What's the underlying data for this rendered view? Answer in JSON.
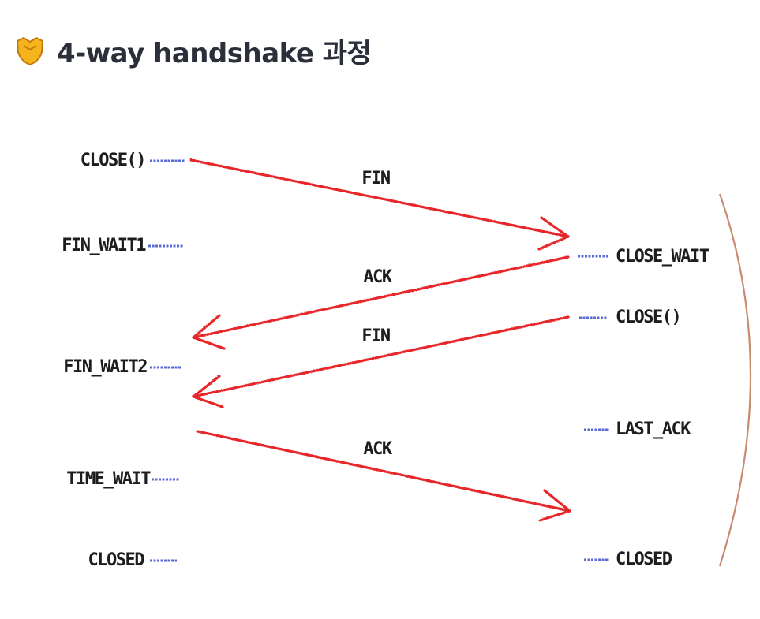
{
  "title": {
    "text": "4-way handshake 과정",
    "icon": "shield-badge-icon"
  },
  "client": {
    "states": [
      "CLOSE()",
      "FIN_WAIT1",
      "FIN_WAIT2",
      "TIME_WAIT",
      "CLOSED"
    ]
  },
  "server": {
    "states": [
      "CLOSE_WAIT",
      "CLOSE()",
      "LAST_ACK",
      "CLOSED"
    ]
  },
  "messages": [
    {
      "label": "FIN",
      "direction": "client-to-server"
    },
    {
      "label": "ACK",
      "direction": "server-to-client"
    },
    {
      "label": "FIN",
      "direction": "server-to-client"
    },
    {
      "label": "ACK",
      "direction": "client-to-server"
    }
  ],
  "colors": {
    "arrow": "#e8262b",
    "tick": "#5b6bd6",
    "lifeline": "#222222",
    "bracket": "#c98a6e",
    "icon_fill": "#f5b31c",
    "title": "#2b2f3a"
  }
}
